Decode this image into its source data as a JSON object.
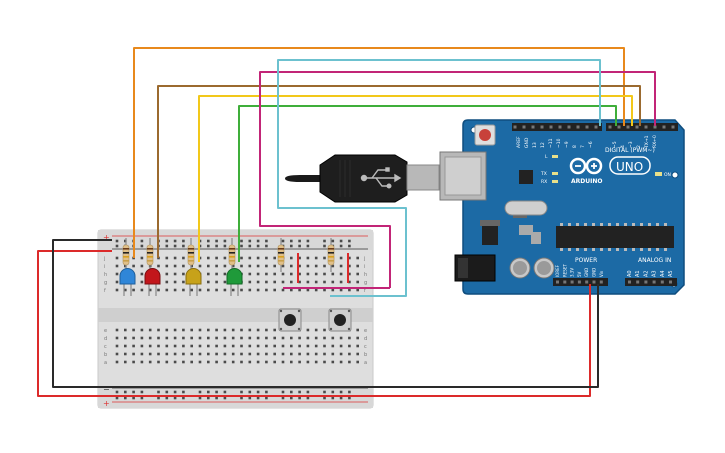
{
  "arduino": {
    "brand": "ARDUINO",
    "model": "UNO",
    "digital_label": "DIGITAL (PWM~)",
    "analog_label": "ANALOG IN",
    "power_label": "POWER",
    "on_label": "ON",
    "tx_label": "TX",
    "rx_label": "RX",
    "l_label": "L",
    "digital_pins": [
      "AREF",
      "GND",
      "13",
      "12",
      "~11",
      "~10",
      "~9",
      "8",
      "7",
      "~6",
      "~5",
      "4",
      "~3",
      "2",
      "TX→1",
      "RX←0"
    ],
    "power_pins": [
      "IOREF",
      "RESET",
      "3.3V",
      "5V",
      "GND",
      "GND",
      "Vin"
    ],
    "analog_pins": [
      "A0",
      "A1",
      "A2",
      "A3",
      "A4",
      "A5"
    ]
  },
  "breadboard": {
    "row_letters_top": [
      "j",
      "i",
      "h",
      "g",
      "f"
    ],
    "row_letters_bottom": [
      "e",
      "d",
      "c",
      "b",
      "a"
    ],
    "plus": "+",
    "minus": "−"
  },
  "colors": {
    "orange_wire": "#e8891c",
    "brown_wire": "#9b6a2f",
    "yellow_wire": "#f2c81a",
    "green_wire": "#3fae3a",
    "magenta_wire": "#c22577",
    "cyan_wire": "#6cc1cf",
    "red_wire": "#dc2a2a",
    "black_wire": "#2a2a2a",
    "board_blue": "#1c6aa5",
    "led_blue": "#2f86d8",
    "led_red": "#c2161b",
    "led_yellow": "#c7a21a",
    "led_green": "#1f9a3a"
  }
}
